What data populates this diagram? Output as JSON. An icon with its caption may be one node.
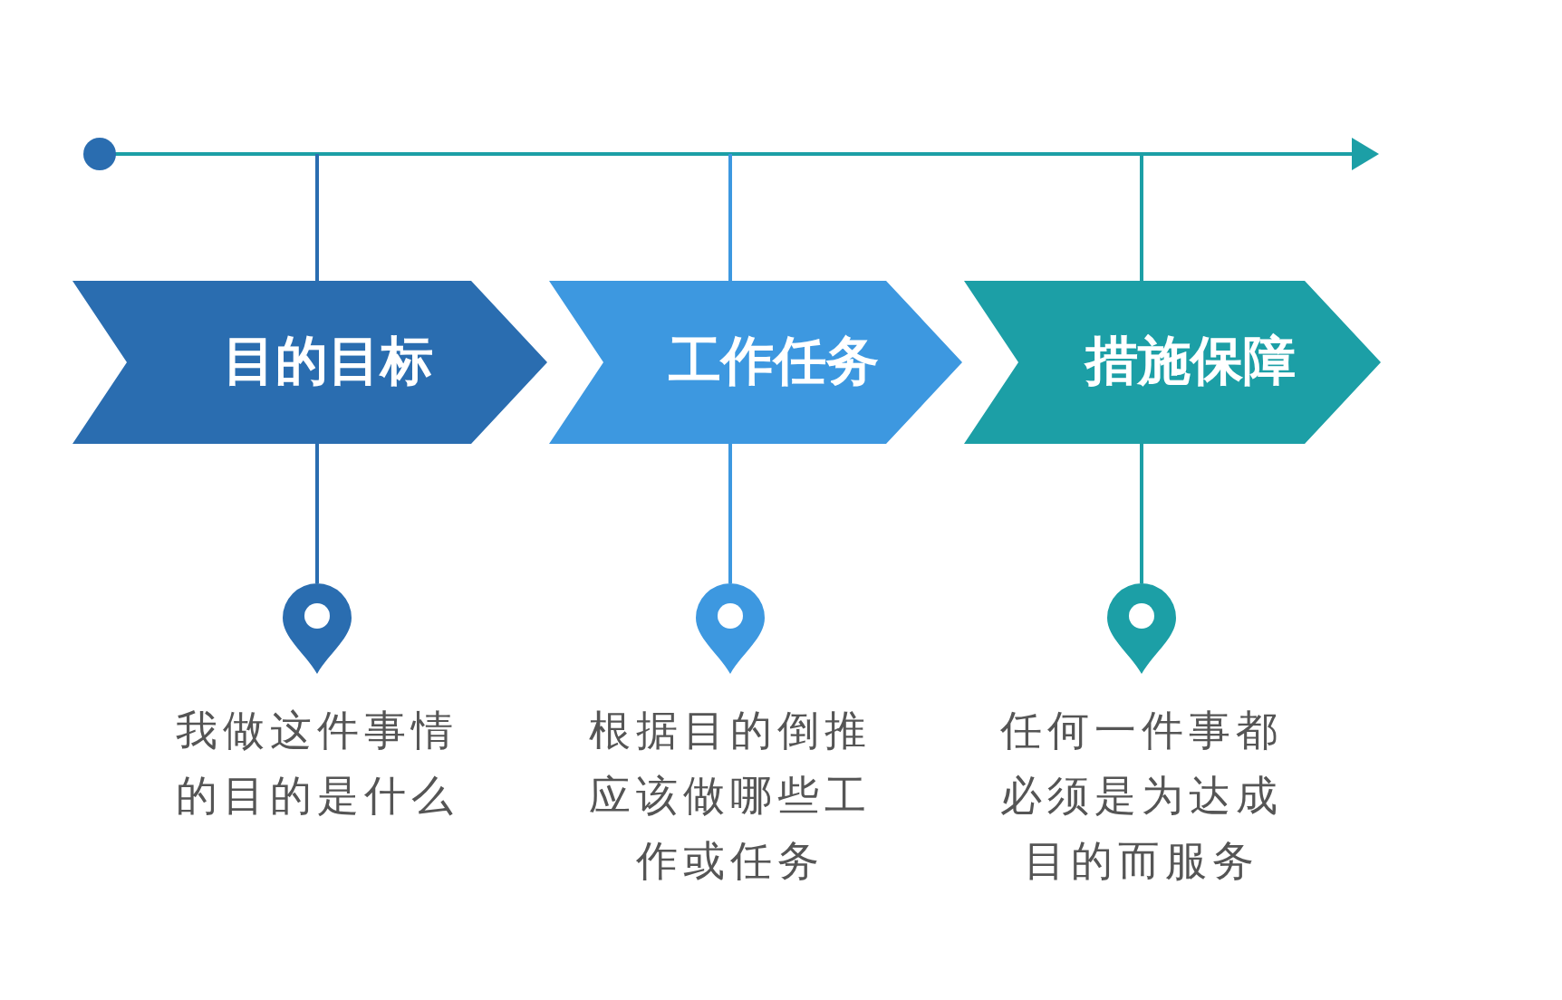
{
  "diagram": {
    "nodes": [
      {
        "text": [
          "目的目标"
        ]
      },
      {
        "text": [
          "工作任务"
        ]
      },
      {
        "text": [
          "措施保障"
        ]
      },
      {
        "text": [],
        "shape": "pin",
        "beside": [
          "我做这件事情的目的是什么"
        ]
      },
      {
        "text": [],
        "shape": "pin",
        "beside": [
          "根据目的倒推应该做哪些工作或任务"
        ]
      },
      {
        "text": [],
        "shape": "pin",
        "beside": [
          "任何一件事都必须是为达成目的而服务"
        ]
      }
    ],
    "edges": [
      {
        "from": 0,
        "to": 3,
        "arrow": "none",
        "color": "#2a6db0"
      },
      {
        "from": 1,
        "to": 4,
        "arrow": "none",
        "color": "#3d98e0"
      },
      {
        "from": 2,
        "to": 5,
        "arrow": "none",
        "color": "#1c9fa6"
      }
    ]
  }
}
